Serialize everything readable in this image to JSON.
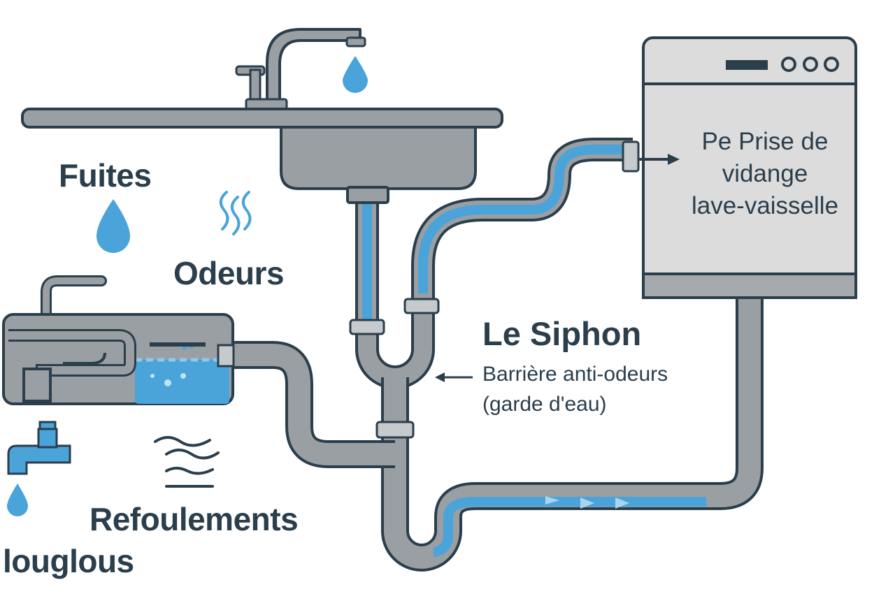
{
  "labels": {
    "fuites": "Fuites",
    "odeurs": "Odeurs",
    "refoulements": "Refoulements",
    "glouglous": "louglous",
    "siphon_title": "Le Siphon",
    "siphon_desc_line1": "Barrière anti-odeurs",
    "siphon_desc_line2": "(garde d'eau)",
    "dishwasher_line1": "Pe Prise de",
    "dishwasher_line2": "vidange",
    "dishwasher_line3": "lave-vaisselle"
  },
  "colors": {
    "outline": "#2b3e4c",
    "pipe_gray": "#9a9fa3",
    "metal_light": "#c7cacc",
    "water_blue": "#4aa3d9",
    "panel": "#dcdcdc"
  }
}
